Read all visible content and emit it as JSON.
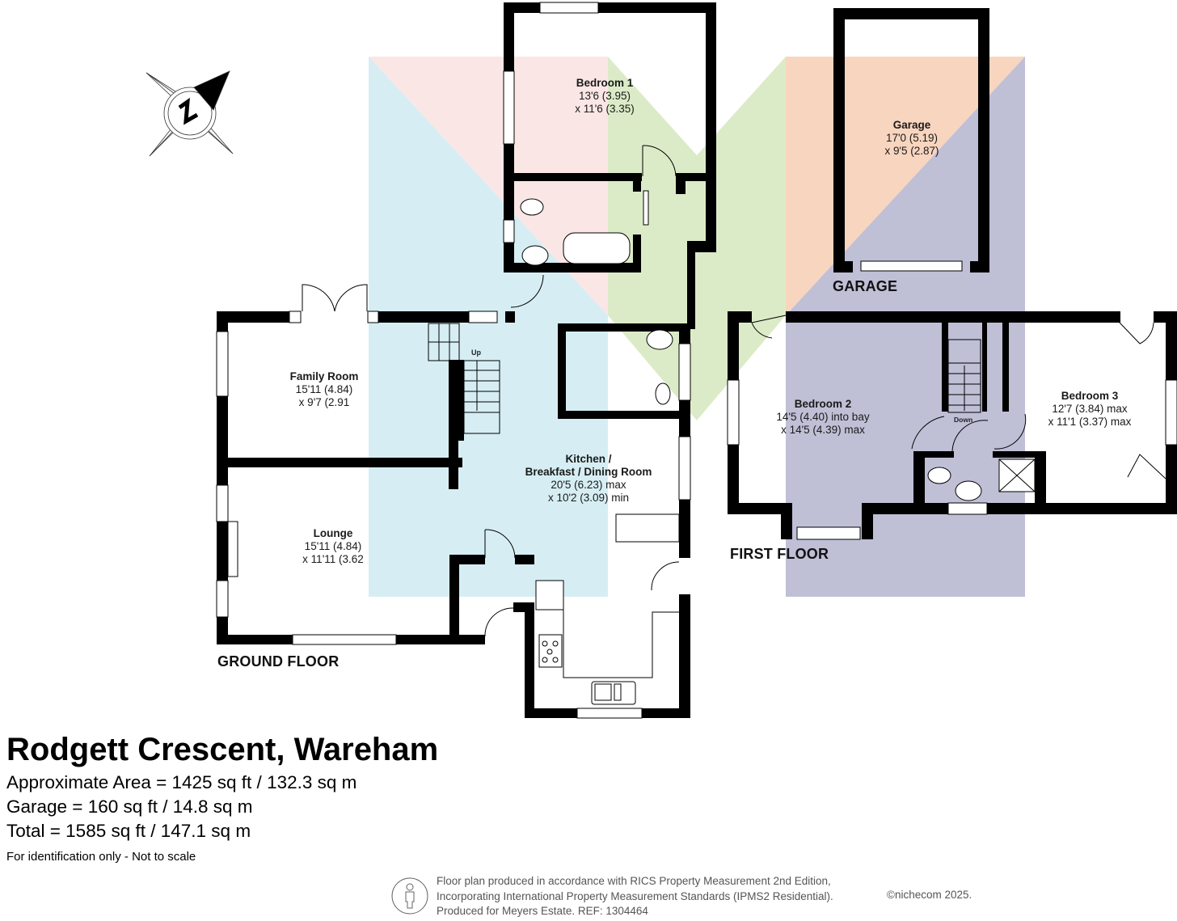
{
  "property": {
    "title": "Rodgett Crescent, Wareham",
    "approximate_area": "Approximate Area = 1425 sq ft / 132.3 sq m",
    "garage_area": "Garage = 160 sq ft / 14.8 sq m",
    "total_area": "Total = 1585 sq ft / 147.1 sq m",
    "disclaimer": "For identification only - Not to scale"
  },
  "floors": {
    "ground": "GROUND FLOOR",
    "first": "FIRST FLOOR",
    "garage": "GARAGE"
  },
  "rooms": {
    "bedroom1": {
      "name": "Bedroom 1",
      "dim1": "13'6 (3.95)",
      "dim2": "x 11'6 (3.35)"
    },
    "garage": {
      "name": "Garage",
      "dim1": "17'0 (5.19)",
      "dim2": "x 9'5 (2.87)"
    },
    "family_room": {
      "name": "Family Room",
      "dim1": "15'11 (4.84)",
      "dim2": "x 9'7 (2.91"
    },
    "kitchen": {
      "name_line1": "Kitchen /",
      "name_line2": "Breakfast / Dining Room",
      "dim1": "20'5 (6.23) max",
      "dim2": "x 10'2 (3.09) min"
    },
    "lounge": {
      "name": "Lounge",
      "dim1": "15'11 (4.84)",
      "dim2": "x 11'11 (3.62"
    },
    "bedroom2": {
      "name": "Bedroom 2",
      "dim1": "14'5 (4.40) into bay",
      "dim2": "x 14'5 (4.39) max"
    },
    "bedroom3": {
      "name": "Bedroom 3",
      "dim1": "12'7 (3.84) max",
      "dim2": "x 11'1 (3.37) max"
    }
  },
  "stairs": {
    "up_label": "Up",
    "down_label": "Down"
  },
  "compass": {
    "icon": "compass-north-icon",
    "letter": "N"
  },
  "footer": {
    "line1": "Floor plan produced in accordance with RICS Property Measurement 2nd Edition,",
    "line2": "Incorporating International Property Measurement Standards (IPMS2 Residential).",
    "line3": "Produced for Meyers Estate.   REF: 1304464",
    "copyright": "©nichecom 2025.",
    "icon": "person-icon"
  },
  "colors": {
    "wall": "#000000",
    "watermark_blue": "#d6eef3",
    "watermark_pink": "#fbe6e6",
    "watermark_green": "#dcebc7",
    "watermark_orange": "#f8d5bf",
    "watermark_lavender": "#bfbfd6"
  }
}
